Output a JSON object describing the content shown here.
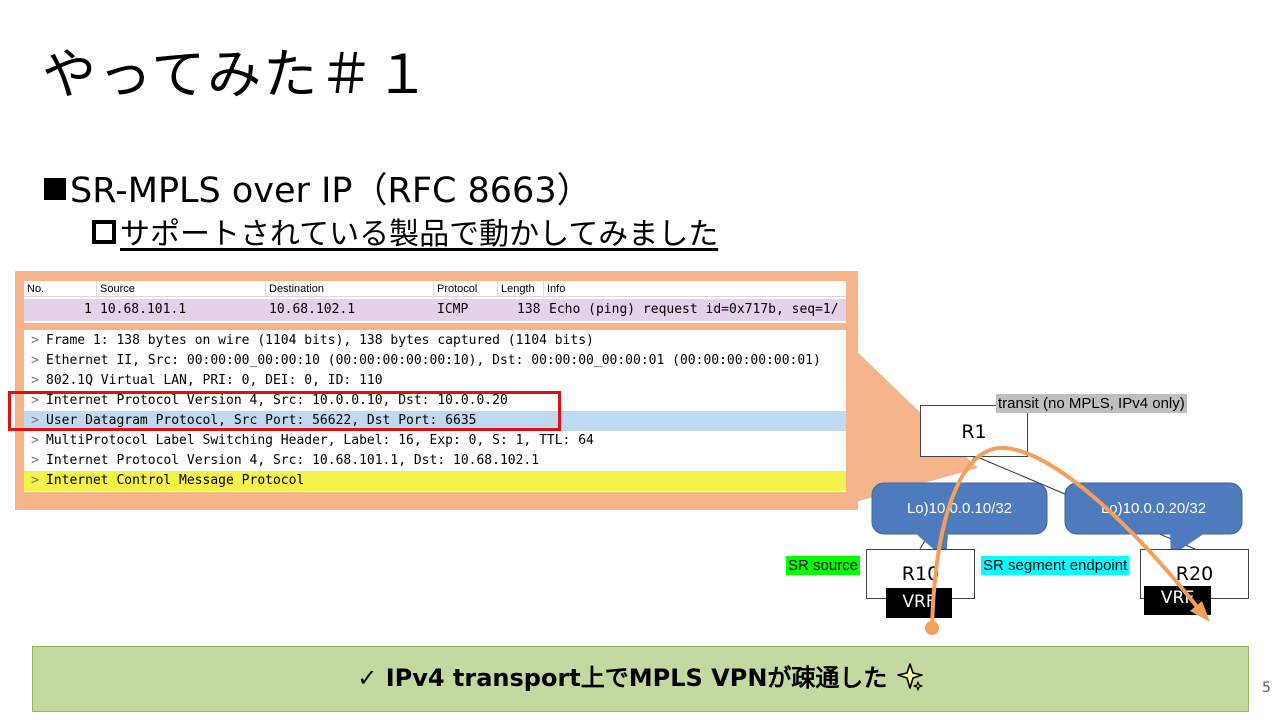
{
  "slide": {
    "title": "やってみた＃１",
    "bullet1": "SR-MPLS over IP（RFC 8663）",
    "bullet2": "サポートされている製品で動かしてみました",
    "page_number": "5"
  },
  "wireshark": {
    "columns": [
      "No.",
      "Source",
      "Destination",
      "Protocol",
      "Length",
      "Info"
    ],
    "row": {
      "no": "1",
      "source": "10.68.101.1",
      "destination": "10.68.102.1",
      "protocol": "ICMP",
      "length": "138",
      "info": "Echo (ping) request  id=0x717b, seq=1/"
    },
    "details": [
      "Frame 1: 138 bytes on wire (1104 bits), 138 bytes captured (1104 bits)",
      "Ethernet II, Src: 00:00:00_00:00:10 (00:00:00:00:00:10), Dst: 00:00:00_00:00:01 (00:00:00:00:00:01)",
      "802.1Q Virtual LAN, PRI: 0, DEI: 0, ID: 110",
      "Internet Protocol Version 4, Src: 10.0.0.10, Dst: 10.0.0.20",
      "User Datagram Protocol, Src Port: 56622, Dst Port: 6635",
      "MultiProtocol Label Switching Header, Label: 16, Exp: 0, S: 1, TTL: 64",
      "Internet Protocol Version 4, Src: 10.68.101.1, Dst: 10.68.102.1",
      "Internet Control Message Protocol"
    ],
    "row_colors": {
      "selected": "#bfd9f2",
      "icmp": "#f5f24a",
      "packet_row": "#e4d1ea"
    }
  },
  "diagram": {
    "r1": "R1",
    "r10": "R10",
    "r20": "R20",
    "vrf": "VRF",
    "transit_label": "transit (no MPLS, IPv4 only)",
    "lo_r10": "Lo)10.0.0.10/32",
    "lo_r20": "Lo)10.0.0.20/32",
    "sr_source": "SR source",
    "sr_endpoint": "SR segment endpoint",
    "colors": {
      "callout": "#4e7bbd",
      "path": "#f5a05a",
      "sr_source_bg": "#00ff00",
      "sr_endpoint_bg": "#00ffff",
      "transit_bg": "#bfbfbf"
    }
  },
  "banner": {
    "check": "✓",
    "text": "IPv4 transport上でMPLS VPNが疎通した",
    "sparkle_icon": "sparkle-icon"
  }
}
